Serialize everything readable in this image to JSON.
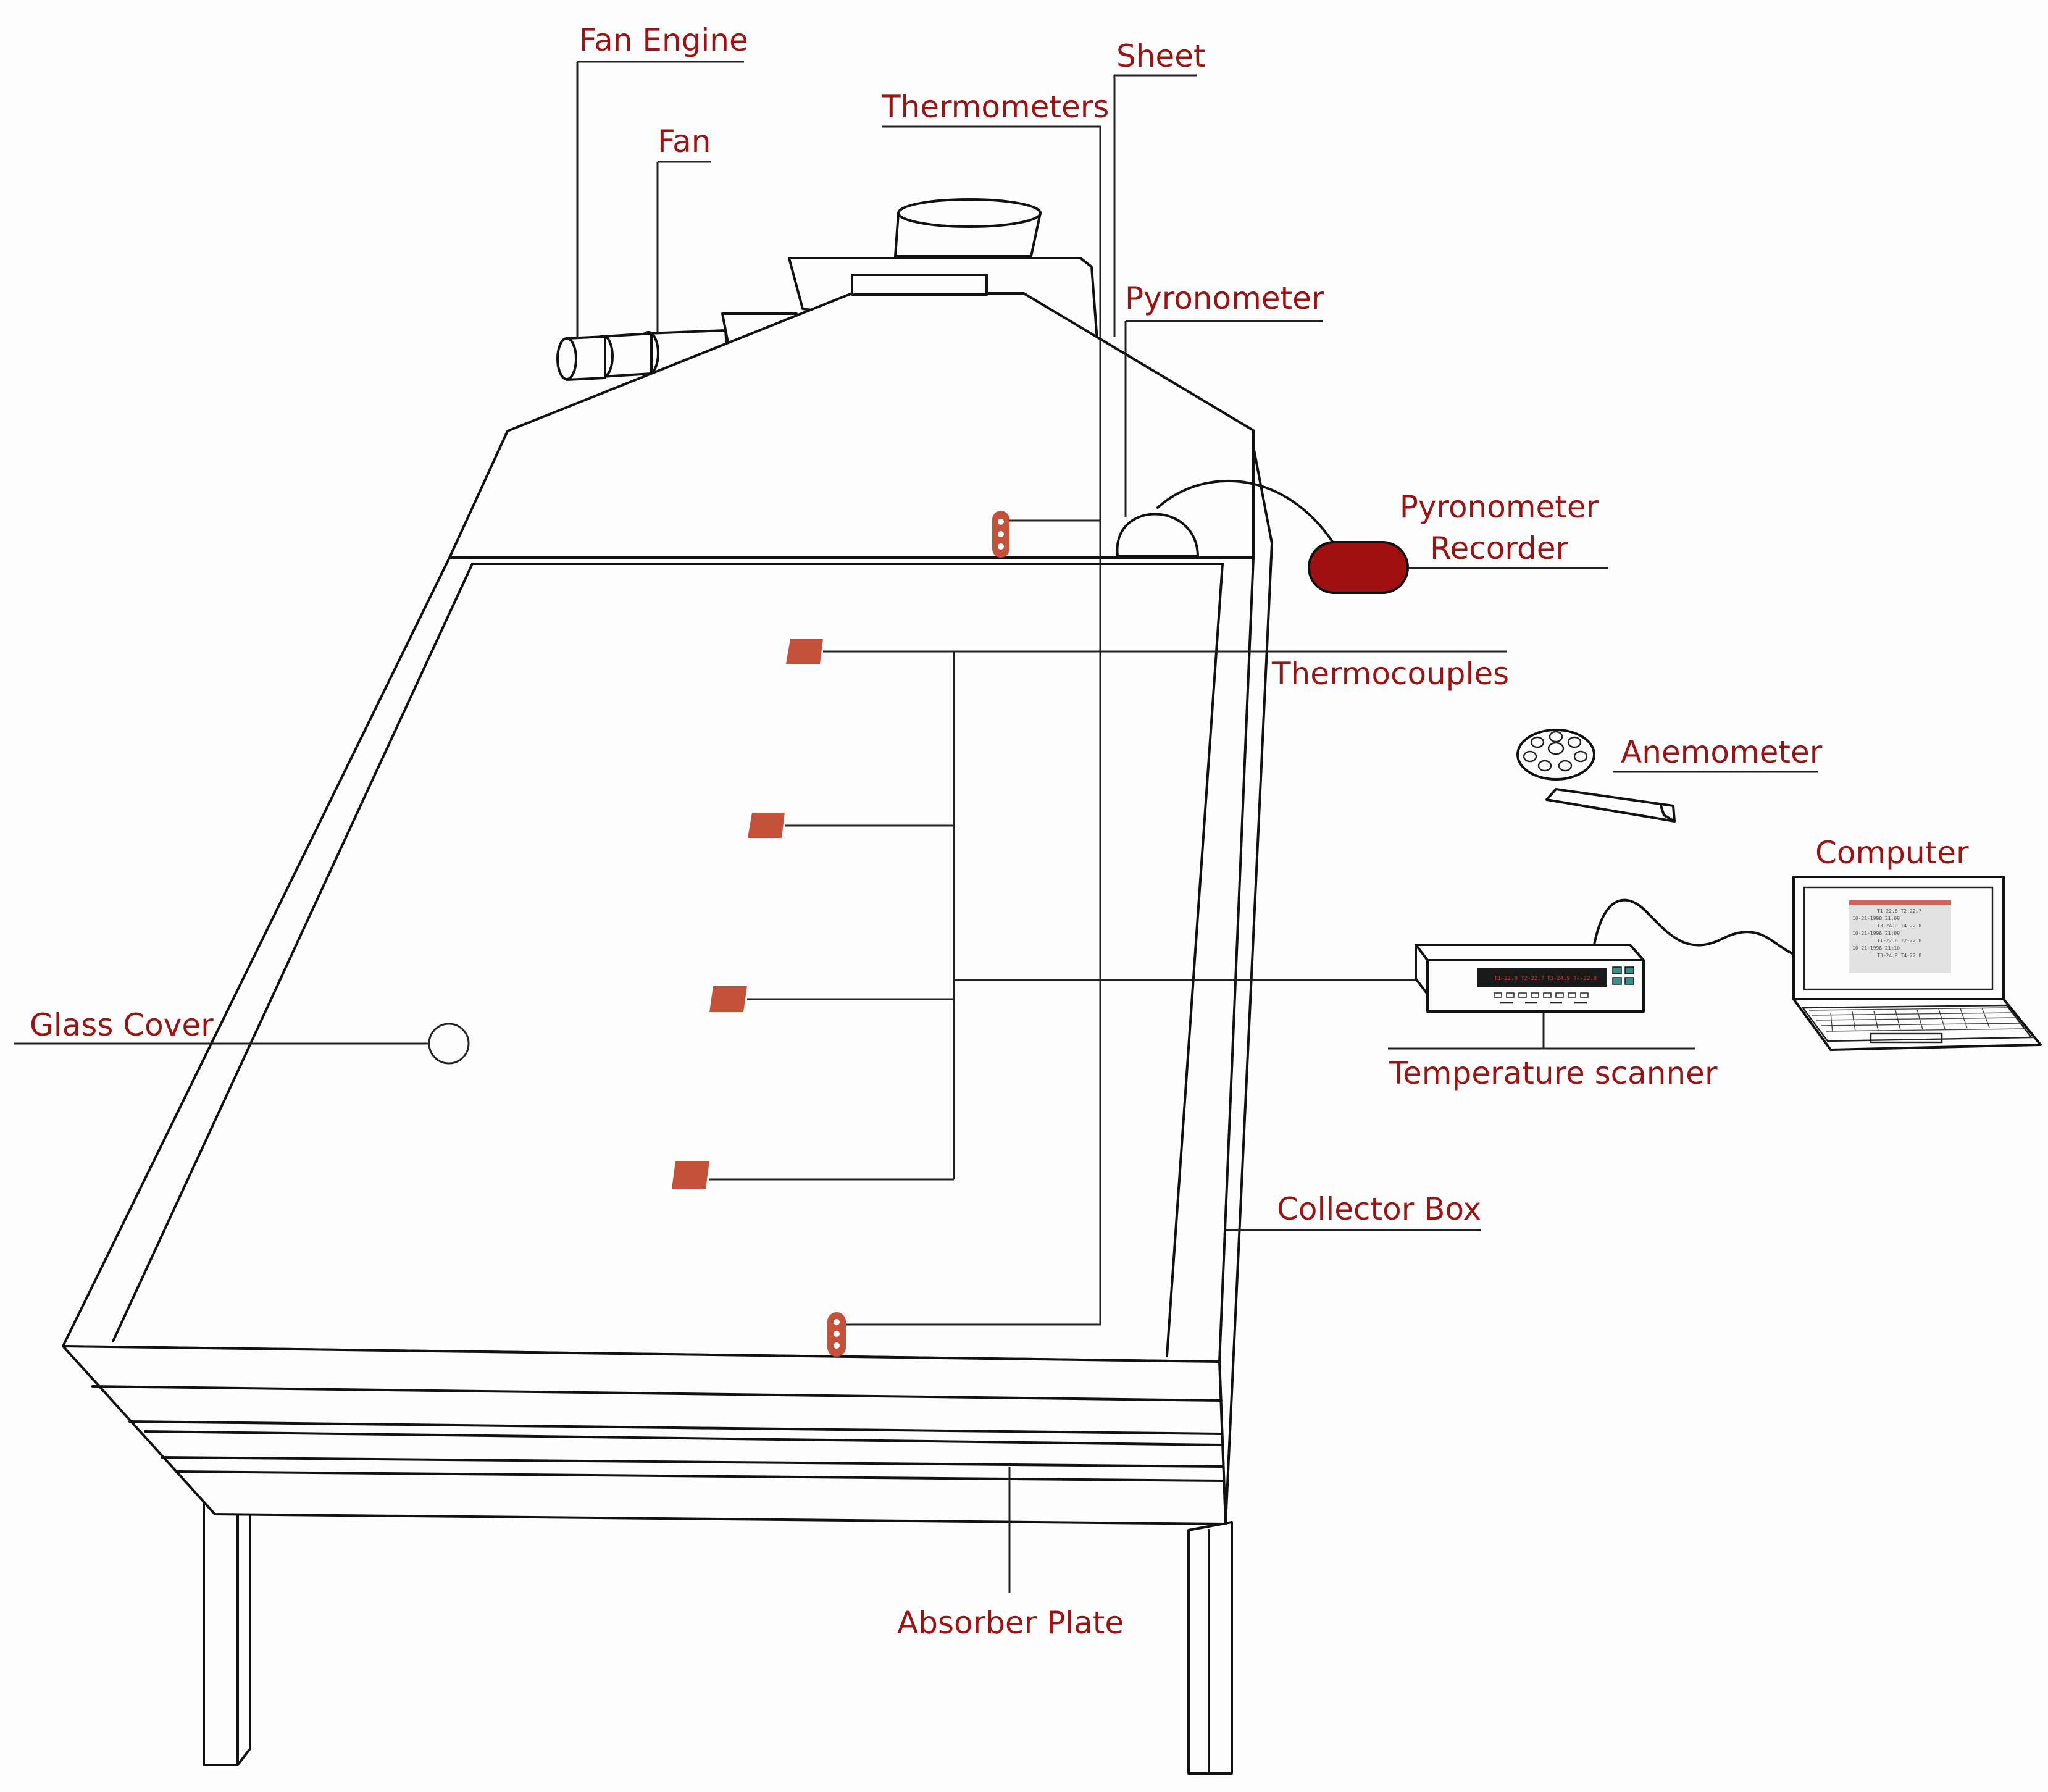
{
  "labels": {
    "fan_engine": "Fan Engine",
    "fan": "Fan",
    "thermometers": "Thermometers",
    "sheet": "Sheet",
    "pyronometer": "Pyronometer",
    "pyronometer_recorder_line1": "Pyronometer",
    "pyronometer_recorder_line2": "Recorder",
    "thermocouples": "Thermocouples",
    "anemometer": "Anemometer",
    "computer": "Computer",
    "glass_cover": "Glass Cover",
    "temperature_scanner": "Temperature scanner",
    "collector_box": "Collector Box",
    "absorber_plate": "Absorber Plate"
  },
  "scanner_display": {
    "left": "T1-22.8 T2-22.7",
    "right": "T3-24.9 T4-22.8"
  },
  "screen_lines": [
    "T1-22.8 T2-22.7",
    "10-21-1998 21:09",
    "T3-24.9 T4-22.8",
    "10-21-1998 21:09",
    "T1-22.8 T2-22.8",
    "10-21-1998 21:10",
    "T3-24.9 T4-22.8"
  ],
  "colors": {
    "label": "#9b1414",
    "thermocouple": "#c4523b",
    "recorder": "#a01010"
  }
}
